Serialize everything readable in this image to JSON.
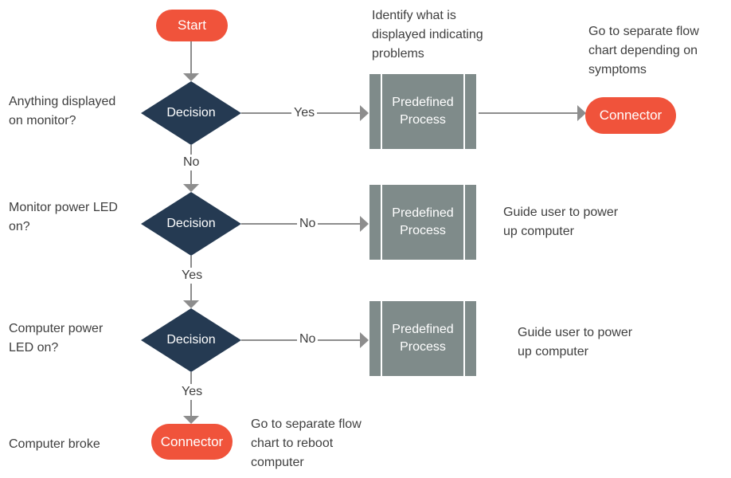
{
  "colors": {
    "terminal": "#f0533b",
    "decision": "#253a52",
    "process": "#7f8b8a",
    "line": "#8d8d8d",
    "text": "#3f3f3f"
  },
  "start": "Start",
  "decision_label": "Decision",
  "process_label": "Predefined\nProcess",
  "connector_label": "Connector",
  "questions": {
    "q1": "Anything displayed\non monitor?",
    "q2": "Monitor power LED\non?",
    "q3": "Computer power\nLED on?",
    "q4": "Computer broke"
  },
  "notes": {
    "top_process": "Identify what is\ndisplayed indicating\nproblems",
    "top_connector": "Go to separate flow\nchart depending on\nsymptoms",
    "process2": "Guide user to power\nup computer",
    "process3": "Guide user to power\nup computer",
    "bottom_connector": "Go to separate flow\nchart to reboot\ncomputer"
  },
  "edges": {
    "d1_yes": "Yes",
    "d1_no": "No",
    "d2_no": "No",
    "d2_yes": "Yes",
    "d3_no": "No",
    "d3_yes": "Yes"
  }
}
